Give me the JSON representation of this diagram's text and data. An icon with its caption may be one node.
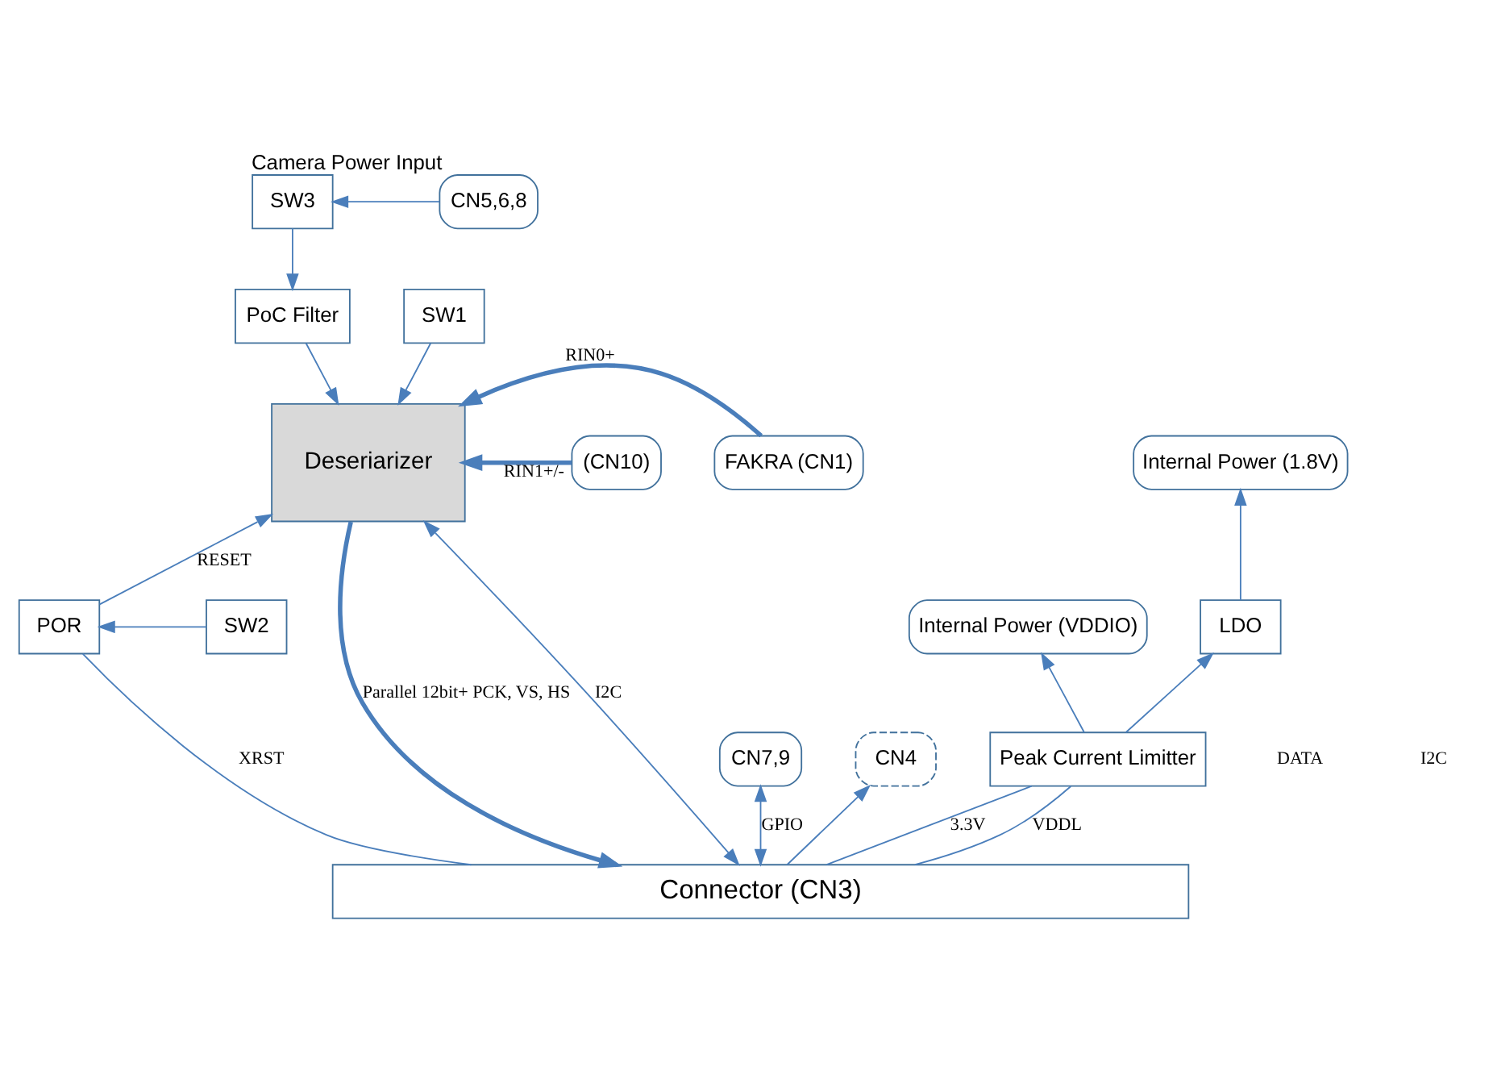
{
  "diagram": {
    "nodes": [
      {
        "text": [
          "SW3"
        ]
      },
      {
        "text": [
          "CN5,6,8"
        ],
        "beside": [
          "Camera Power Input"
        ]
      },
      {
        "text": [
          "SW1"
        ]
      },
      {
        "text": [
          "PoC Filter"
        ]
      },
      {
        "text": [
          "Deseriarizer"
        ]
      },
      {
        "text": [
          "FAKRA (CN1)"
        ]
      },
      {
        "text": [
          "(CN10)"
        ]
      },
      {
        "text": [
          "Internal Power (VDDIO)"
        ]
      },
      {
        "text": [
          "Internal Power (1.8V)"
        ]
      },
      {
        "text": [
          "LDO"
        ]
      },
      {
        "text": [
          "POR"
        ]
      },
      {
        "text": [
          "SW2"
        ]
      },
      {
        "text": [
          "CN7,9"
        ]
      },
      {
        "text": [
          "CN4"
        ]
      },
      {
        "text": [
          "Peak Current Limitter"
        ]
      },
      {
        "text": [
          "Connector (CN3)"
        ]
      }
    ],
    "edges": [
      {
        "from": 1,
        "to": 0,
        "arrow": "to"
      },
      {
        "from": 0,
        "to": 3,
        "arrow": "to"
      },
      {
        "from": 2,
        "to": 4,
        "arrow": "to"
      },
      {
        "from": 3,
        "to": 4,
        "arrow": "to"
      },
      {
        "from": 5,
        "to": 4,
        "arrow": "to",
        "label": "RIN0+",
        "style": "thick"
      },
      {
        "from": 6,
        "to": 4,
        "arrow": "to",
        "label": "RIN1+/-",
        "style": "thick"
      },
      {
        "from": 4,
        "to": 15,
        "arrow": "to",
        "label": "Parallel 12bit+ PCK, VS, HS",
        "style": "thick"
      },
      {
        "from": 15,
        "to": 4,
        "arrow": "both",
        "label": "I2C"
      },
      {
        "from": 15,
        "to": 13,
        "arrow": "to"
      },
      {
        "from": 15,
        "to": 10,
        "arrow": "none",
        "label": "XRST"
      },
      {
        "from": 10,
        "to": 4,
        "arrow": "to",
        "label": "RESET"
      },
      {
        "from": 11,
        "to": 10,
        "arrow": "to"
      },
      {
        "from": 15,
        "to": 12,
        "arrow": "both",
        "label": "GPIO"
      },
      {
        "from": 15,
        "to": 14,
        "arrow": "none",
        "label": "3.3V"
      },
      {
        "from": 15,
        "to": 14,
        "arrow": "none",
        "label": "VDDL"
      },
      {
        "from": 14,
        "to": 9,
        "arrow": "to"
      },
      {
        "from": 9,
        "to": 8,
        "arrow": "to"
      },
      {
        "from": 14,
        "to": 7,
        "arrow": "to"
      }
    ],
    "labels": [
      "DATA",
      "I2C"
    ]
  }
}
